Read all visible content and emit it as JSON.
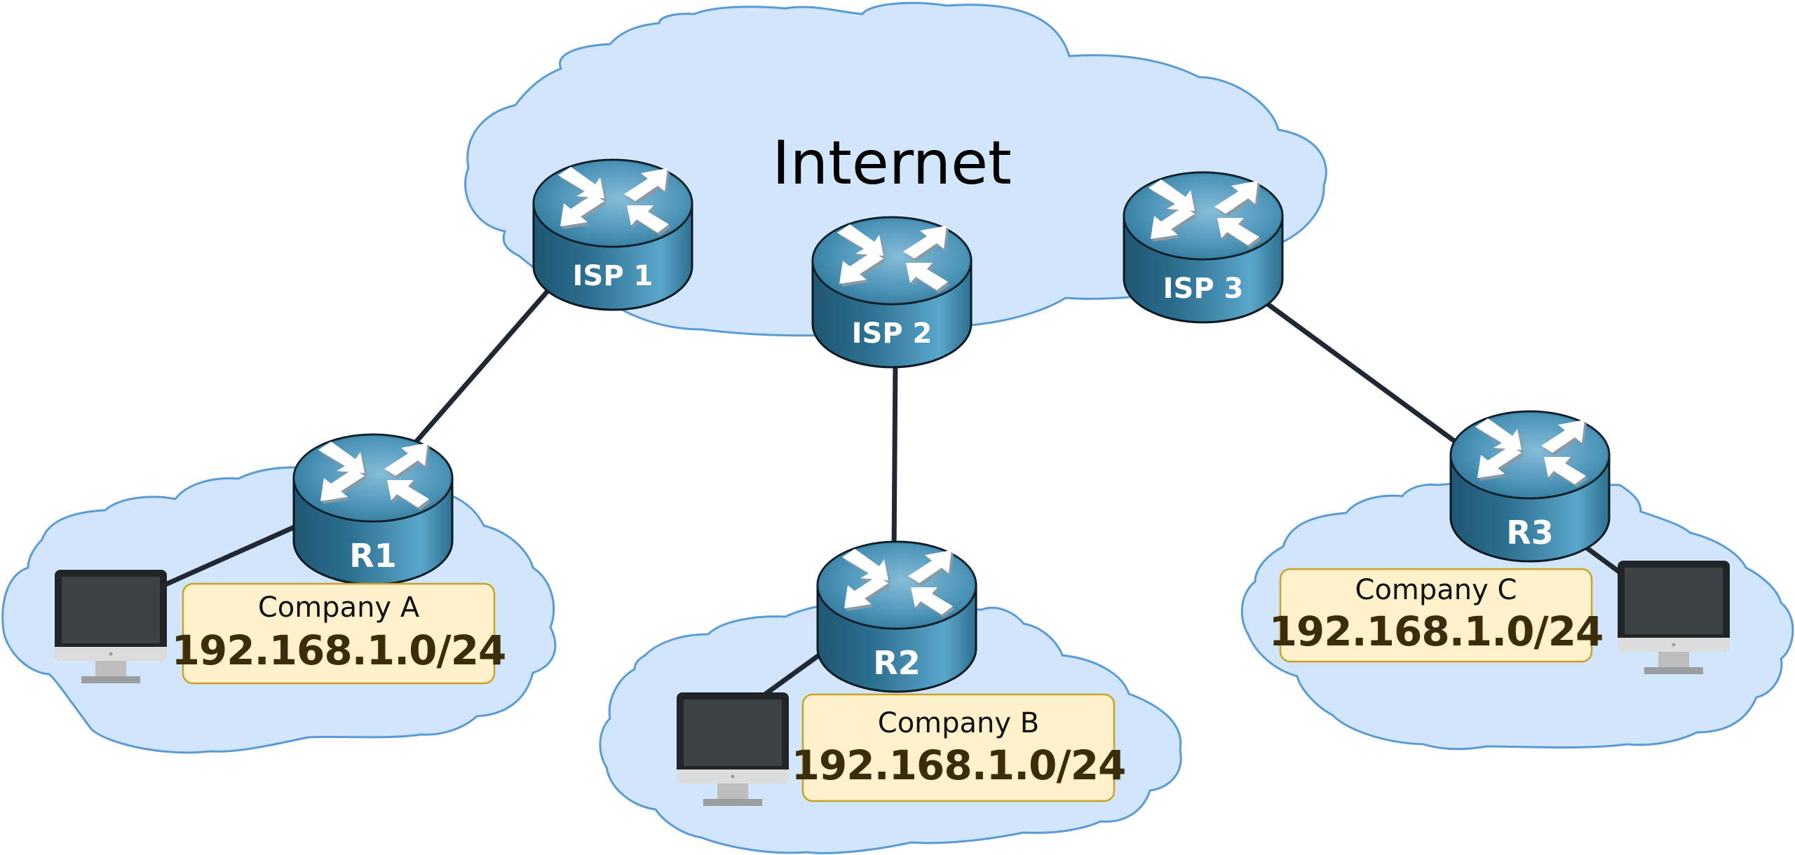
{
  "diagram": {
    "title": "Internet",
    "colors": {
      "cloud_fill": "#d2e6fb",
      "cloud_stroke": "#5b9bd5",
      "link": "#1f2833",
      "router_body": "#2f7a9c",
      "label_box_fill": "#fff1cc",
      "label_box_stroke": "#c9a227",
      "subnet_text": "#3a2d0a"
    },
    "routers": [
      {
        "id": "isp1",
        "label": "ISP 1"
      },
      {
        "id": "isp2",
        "label": "ISP 2"
      },
      {
        "id": "isp3",
        "label": "ISP 3"
      },
      {
        "id": "r1",
        "label": "R1"
      },
      {
        "id": "r2",
        "label": "R2"
      },
      {
        "id": "r3",
        "label": "R3"
      }
    ],
    "companies": [
      {
        "name": "Company A",
        "subnet": "192.168.1.0/24",
        "router": "R1"
      },
      {
        "name": "Company B",
        "subnet": "192.168.1.0/24",
        "router": "R2"
      },
      {
        "name": "Company C",
        "subnet": "192.168.1.0/24",
        "router": "R3"
      }
    ],
    "links": [
      {
        "from": "ISP 1",
        "to": "R1"
      },
      {
        "from": "ISP 2",
        "to": "R2"
      },
      {
        "from": "ISP 3",
        "to": "R3"
      },
      {
        "from": "R1",
        "to": "PC A"
      },
      {
        "from": "R2",
        "to": "PC B"
      },
      {
        "from": "R3",
        "to": "PC C"
      }
    ],
    "icons": {
      "router": "router-icon",
      "computer": "desktop-computer-icon",
      "cloud": "cloud-icon"
    }
  }
}
